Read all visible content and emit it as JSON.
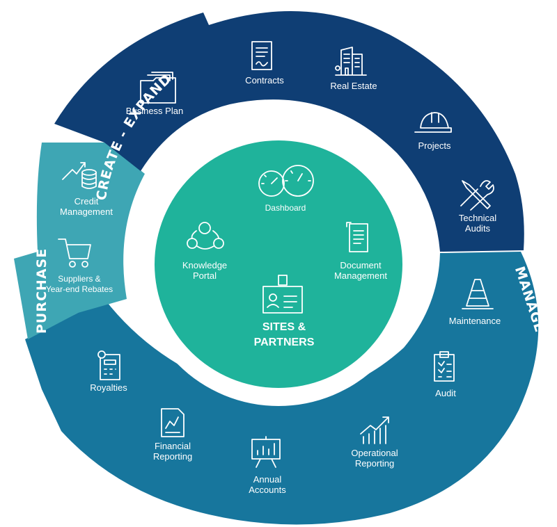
{
  "colors": {
    "create_expand": "#0f3e74",
    "manage_optimize": "#17769d",
    "purchase": "#3ea6b4",
    "center": "#1fb39b"
  },
  "segments": {
    "create_expand": {
      "title": "CREATE - EXPAND",
      "items": [
        {
          "label": "Business Plan",
          "icon": "folder-documents-icon"
        },
        {
          "label": "Contracts",
          "icon": "signed-contract-icon"
        },
        {
          "label": "Real Estate",
          "icon": "building-icon"
        },
        {
          "label": "Projects",
          "icon": "hard-hat-icon"
        },
        {
          "label": "Technical\nAudits",
          "icon": "wrench-screwdriver-icon"
        }
      ]
    },
    "manage_optimize": {
      "title": "MANAGE - OPTIMIZE",
      "items": [
        {
          "label": "Maintenance",
          "icon": "traffic-cone-icon"
        },
        {
          "label": "Audit",
          "icon": "checklist-clipboard-icon"
        },
        {
          "label": "Operational\nReporting",
          "icon": "rising-chart-icon"
        },
        {
          "label": "Annual\nAccounts",
          "icon": "presentation-board-icon"
        },
        {
          "label": "Financial\nReporting",
          "icon": "report-document-icon"
        },
        {
          "label": "Royalties",
          "icon": "calculator-icon"
        }
      ]
    },
    "purchase": {
      "title": "PURCHASE",
      "items": [
        {
          "label": "Credit\nManagement",
          "icon": "coins-growth-icon"
        },
        {
          "label": "Suppliers &\nYear-end Rebates",
          "icon": "shopping-cart-icon"
        }
      ]
    }
  },
  "center": {
    "title": "SITES &\nPARTNERS",
    "icon": "id-badge-icon",
    "items": [
      {
        "label": "Dashboard",
        "icon": "gauges-icon"
      },
      {
        "label": "Knowledge\nPortal",
        "icon": "network-people-icon"
      },
      {
        "label": "Document\nManagement",
        "icon": "documents-icon"
      }
    ]
  }
}
